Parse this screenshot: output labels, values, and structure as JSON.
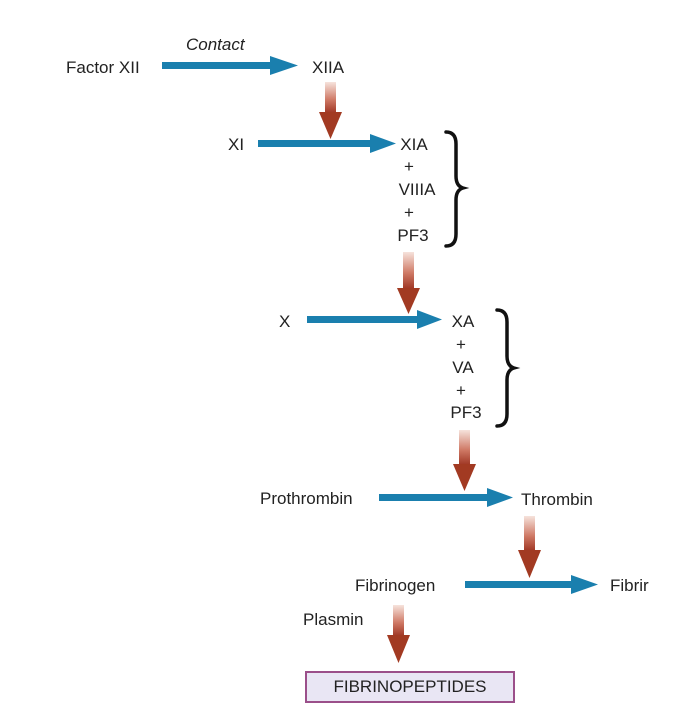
{
  "diagram": {
    "colors": {
      "conversion_arrow": "#1a7fae",
      "activation_arrow_dark": "#a23a22",
      "activation_arrow_light": "#f4ddd6",
      "brace": "#111111",
      "product_box_border": "#9b4f8a",
      "product_box_fill": "#e9e6f4"
    },
    "step1": {
      "substrate": "Factor XII",
      "condition": "Contact",
      "product": "XIIA"
    },
    "step2": {
      "substrate": "XI",
      "complex": [
        "XIA",
        "+",
        "VIIIA",
        "+",
        "PF3"
      ]
    },
    "step3": {
      "substrate": "X",
      "complex": [
        "XA",
        "+",
        "VA",
        "+",
        "PF3"
      ]
    },
    "step4": {
      "substrate": "Prothrombin",
      "product": "Thrombin"
    },
    "step5": {
      "substrate": "Fibrinogen",
      "product": "Fibrir"
    },
    "degradation": {
      "enzyme": "Plasmin",
      "product": "FIBRINOPEPTIDES"
    }
  }
}
